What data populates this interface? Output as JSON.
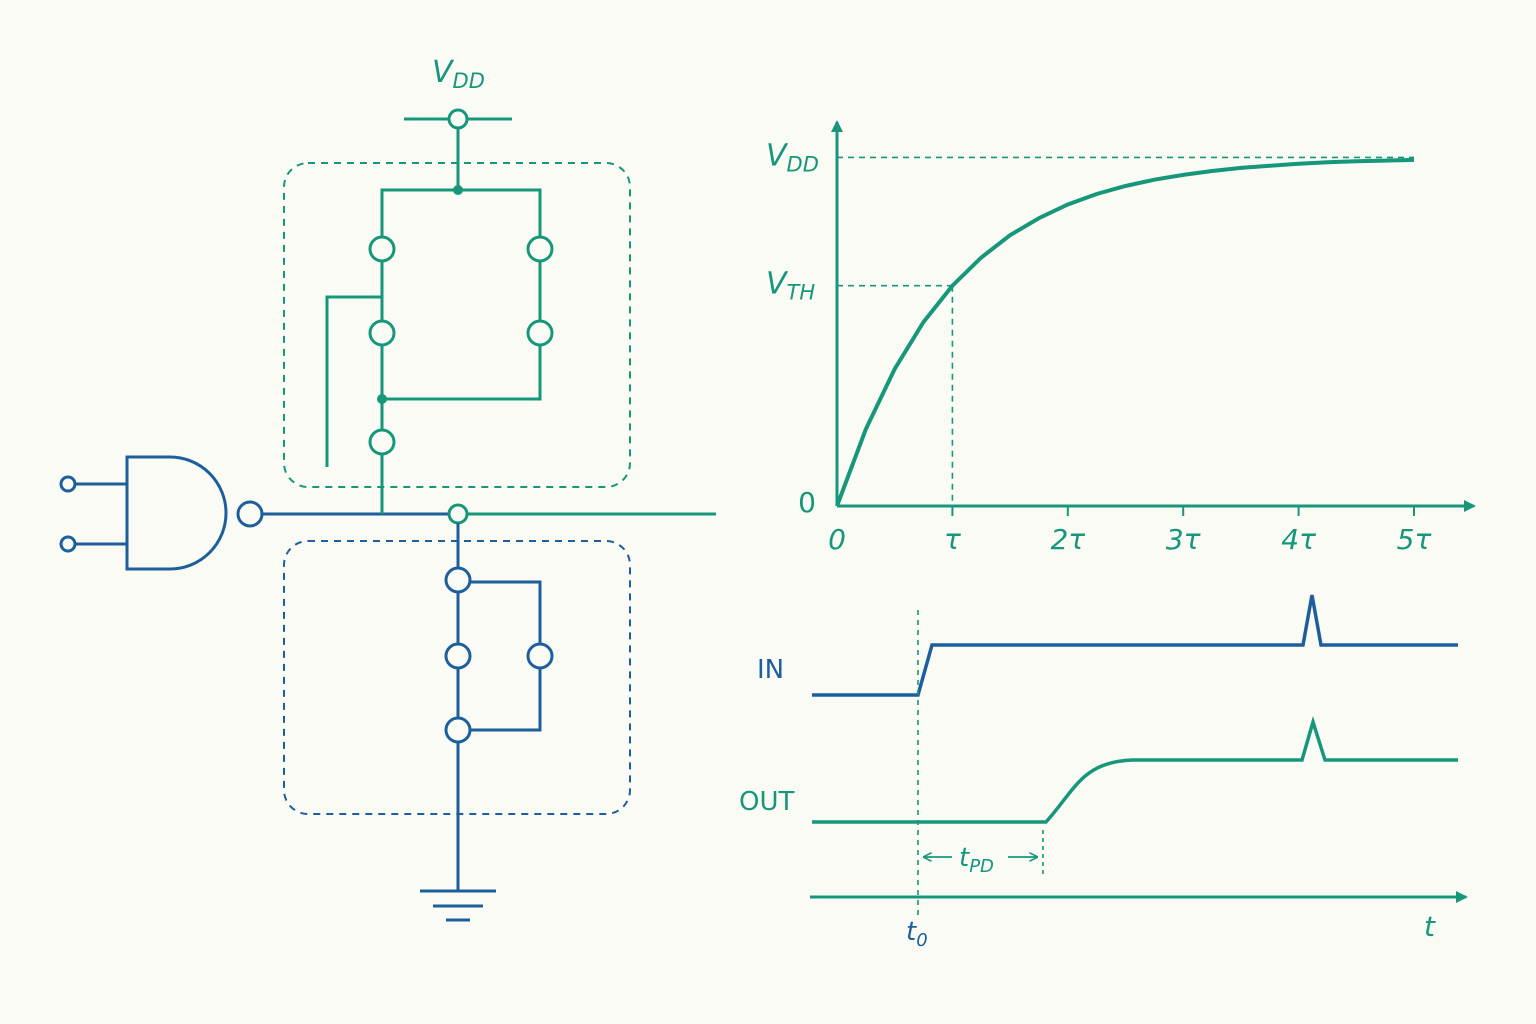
{
  "colors": {
    "green": "#16977a",
    "blue": "#1d5f9c",
    "background": "#fbfbf6"
  },
  "schematic": {
    "supply": {
      "main": "V",
      "sub": "DD"
    }
  },
  "chart_data": {
    "type": "line",
    "title": "",
    "xlabel": "",
    "ylabel": "",
    "x_ticks": [
      "0",
      "τ",
      "2τ",
      "3τ",
      "4τ",
      "5τ"
    ],
    "y_ticks": [
      {
        "value": 0,
        "main": "0",
        "sub": ""
      },
      {
        "value": 0.632,
        "main": "V",
        "sub": "TH"
      },
      {
        "value": 1.0,
        "main": "V",
        "sub": "DD"
      }
    ],
    "xlim": [
      0,
      5
    ],
    "ylim": [
      0,
      1.05
    ],
    "series": [
      {
        "x": [
          0,
          0.25,
          0.5,
          0.75,
          1,
          1.25,
          1.5,
          1.75,
          2,
          2.25,
          2.5,
          2.75,
          3,
          3.25,
          3.5,
          3.75,
          4,
          4.25,
          4.5,
          4.75,
          5
        ],
        "values": [
          0,
          0.221,
          0.393,
          0.528,
          0.632,
          0.713,
          0.777,
          0.826,
          0.865,
          0.895,
          0.918,
          0.936,
          0.95,
          0.961,
          0.97,
          0.976,
          0.982,
          0.986,
          0.989,
          0.991,
          0.993
        ]
      }
    ],
    "threshold_x": 1
  },
  "timing": {
    "in_label": "IN",
    "out_label": "OUT",
    "t0": {
      "main": "t",
      "sub": "0"
    },
    "tpd": {
      "main": "t",
      "sub": "PD"
    },
    "t_axis": "t"
  }
}
